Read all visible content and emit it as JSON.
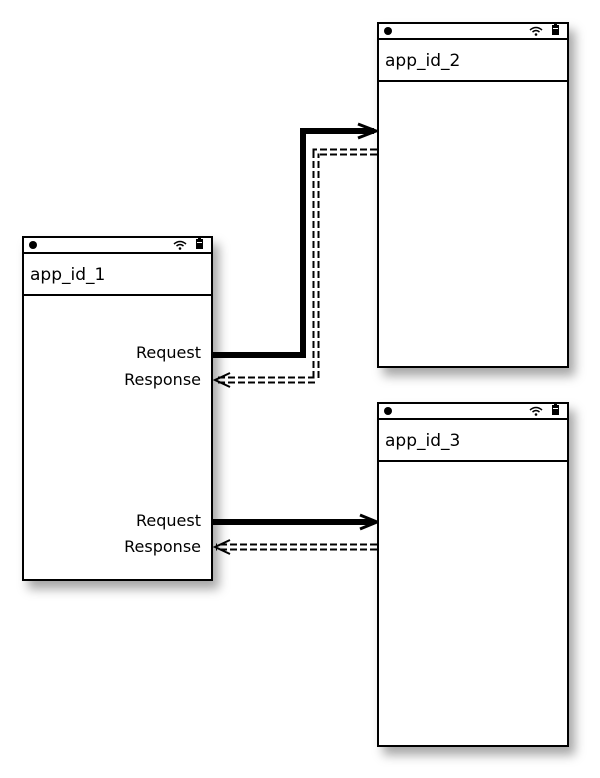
{
  "apps": [
    {
      "id": "app_id_1",
      "title": "app_id_1"
    },
    {
      "id": "app_id_2",
      "title": "app_id_2"
    },
    {
      "id": "app_id_3",
      "title": "app_id_3"
    }
  ],
  "connections": [
    {
      "from": "app_id_1",
      "to": "app_id_2",
      "request_label": "Request",
      "response_label": "Response"
    },
    {
      "from": "app_id_1",
      "to": "app_id_3",
      "request_label": "Request",
      "response_label": "Response"
    }
  ],
  "status_icons": [
    "dot-icon",
    "wifi-icon",
    "battery-icon"
  ]
}
